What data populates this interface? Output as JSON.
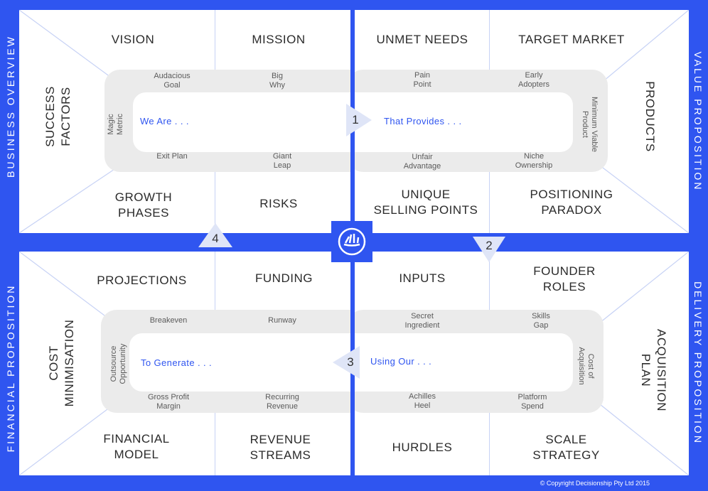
{
  "side_labels": {
    "left_top": "BUSINESS OVERVIEW",
    "left_bottom": "FINANCIAL PROPOSITION",
    "right_top": "VALUE PROPOSITION",
    "right_bottom": "DELIVERY PROPOSITION"
  },
  "q1": {
    "vision": "VISION",
    "mission": "MISSION",
    "success_factors": "SUCCESS\nFACTORS",
    "growth_phases": "GROWTH\nPHASES",
    "risks": "RISKS",
    "audacious_goal": "Audacious\nGoal",
    "big_why": "Big\nWhy",
    "magic_metric": "Magic\nMetric",
    "exit_plan": "Exit Plan",
    "giant_leap": "Giant\nLeap",
    "prompt": "We Are . . ."
  },
  "q2": {
    "unmet_needs": "UNMET NEEDS",
    "target_market": "TARGET MARKET",
    "products": "PRODUCTS",
    "usp": "UNIQUE\nSELLING POINTS",
    "positioning": "POSITIONING\nPARADOX",
    "pain_point": "Pain\nPoint",
    "early_adopters": "Early\nAdopters",
    "mvp": "Minimum Viable\nProduct",
    "unfair_advantage": "Unfair\nAdvantage",
    "niche_ownership": "Niche\nOwnership",
    "prompt": "That Provides . . ."
  },
  "q3": {
    "projections": "PROJECTIONS",
    "funding": "FUNDING",
    "cost_min": "COST\nMINIMISATION",
    "financial_model": "FINANCIAL\nMODEL",
    "revenue_streams": "REVENUE\nSTREAMS",
    "breakeven": "Breakeven",
    "runway": "Runway",
    "outsource": "Outsource\nOpportunity",
    "gross_profit": "Gross Profit\nMargin",
    "recurring_revenue": "Recurring\nRevenue",
    "prompt": "To Generate  . . ."
  },
  "q4": {
    "inputs": "INPUTS",
    "founder_roles": "FOUNDER\nROLES",
    "acquisition_plan": "ACQUISITION\nPLAN",
    "hurdles": "HURDLES",
    "scale_strategy": "SCALE\nSTRATEGY",
    "secret_ingredient": "Secret\nIngredient",
    "skills_gap": "Skills\nGap",
    "cost_acq": "Cost of\nAcquisition",
    "achilles_heel": "Achilles\nHeel",
    "platform_spend": "Platform\nSpend",
    "prompt": "Using Our . . ."
  },
  "steps": {
    "one": "1",
    "two": "2",
    "three": "3",
    "four": "4"
  },
  "copyright": "© Copyright  Decisionship Pty Ltd 2015",
  "colors": {
    "brand_blue": "#2f55f0",
    "grey_band": "#ebebeb",
    "thin_line": "#c7d2f5"
  }
}
